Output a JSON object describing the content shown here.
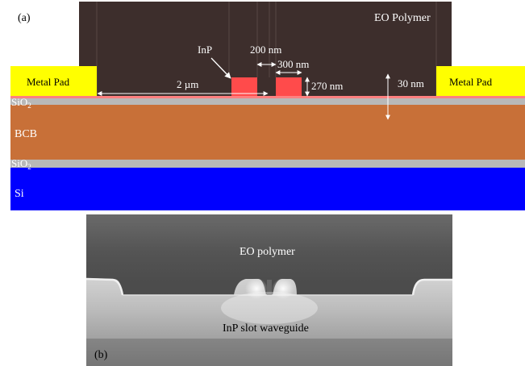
{
  "panel_a": {
    "panel_label": "(a)",
    "eo_polymer_label": "EO Polymer",
    "metal_pad_left_label": "Metal Pad",
    "metal_pad_right_label": "Metal Pad",
    "inp_label": "InP",
    "gap_label": "200 nm",
    "rib_width_label": "300 nm",
    "rib_height_label": "270 nm",
    "pad_distance_label": "2 µm",
    "film_thickness_label": "30 nm",
    "sio2_top_label": "SiO",
    "sio2_top_sub": "2",
    "bcb_label": "BCB",
    "sio2_bottom_label": "SiO",
    "sio2_bottom_sub": "2",
    "si_label": "Si",
    "colors": {
      "eo_polymer": "#3d2e2c",
      "metal_pad": "#ffff00",
      "inp": "#ff4b4b",
      "sio2": "#b8b8b8",
      "thin_film": "#ff8080",
      "bcb": "#c87038",
      "si": "#0000ff"
    }
  },
  "panel_b": {
    "panel_label": "(b)",
    "eo_polymer_label": "EO polymer",
    "waveguide_label": "InP slot waveguide"
  }
}
